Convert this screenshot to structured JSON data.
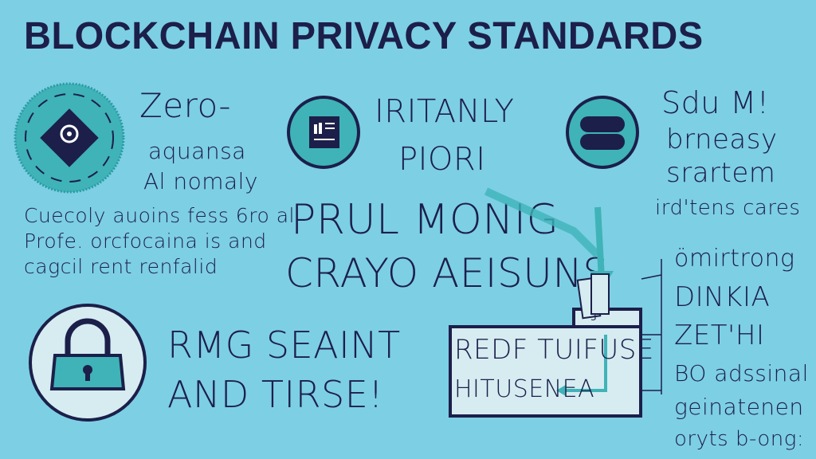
{
  "title": "BLOCKCHAIN PRIVACY STANDARDS",
  "colors": {
    "background": "#7dcfe4",
    "ink": "#1c1f4a",
    "teal": "#3fb3b8",
    "light": "#d6ecf1"
  },
  "section_zero": {
    "icon": "diamond-shield-icon",
    "heading": "Zero-",
    "line2": "aquansa",
    "line3": "Al nomaly",
    "paragraph": [
      "Cuecoly auoins fess 6ro al",
      "Profe. orcfocaina is and",
      "cagcil rent renfalid"
    ]
  },
  "section_middle": {
    "icon": "document-chip-icon",
    "heading": "IRITANLY",
    "line2": "PIORI",
    "big1": "PRUL MONIG",
    "big2": "CRAYO AEISUNS"
  },
  "section_db": {
    "icon": "database-icon",
    "lines": [
      "Sdu M!",
      "brneasy",
      "srartem",
      "ird'tens cares"
    ]
  },
  "section_lock": {
    "icon": "padlock-icon",
    "line1": "RMG SEAINT",
    "line2": "AND TIRSE!"
  },
  "box": {
    "line1": "REDF TUIFUSE",
    "line2": "HITUSENEA",
    "tab_label": "3"
  },
  "right_list": [
    "ömirtrong",
    "DINKIA",
    "ZET'HI",
    "BO adssinal",
    "geinatenen",
    "oryts b-ong:"
  ]
}
